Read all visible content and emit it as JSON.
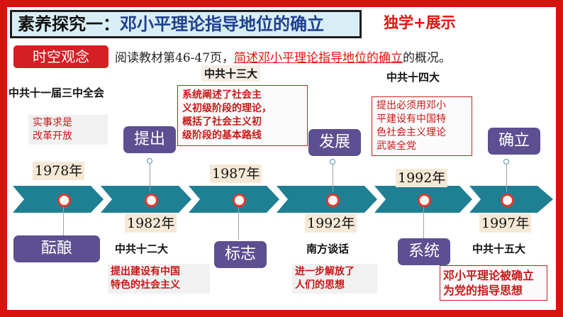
{
  "header": {
    "title_part1": "素养探究一：",
    "title_part2": "邓小平理论指导地位的确立",
    "mode": "独学+展示"
  },
  "instruction": {
    "tag": "时空观念",
    "text_before": "阅读教材第46-47页，",
    "text_highlight": "简述邓小平理论指导地位的确立",
    "text_after": "的概况。"
  },
  "timeline": {
    "colors": {
      "arrow": "#1f7f93",
      "node_ring": "#e23a2c",
      "keyword_bg": "#5d4f91",
      "desc_text": "#c81818"
    },
    "events": [
      {
        "year": "1978年",
        "meeting": "中共十一届三中全会",
        "keyword": "酝酿",
        "desc": "实事求是\n改革开放"
      },
      {
        "year": "1982年",
        "meeting": "中共十二大",
        "keyword": "提出",
        "desc": "提出建设有中国\n特色的社会主义"
      },
      {
        "year": "1987年",
        "meeting": "中共十三大",
        "keyword": "标志",
        "desc": "系统阐述了社会主\n义初级阶段的理论，\n概括了社会主义初\n级阶段的基本路线"
      },
      {
        "year": "1992年",
        "meeting": "南方谈话",
        "keyword": "发展",
        "desc": "进一步解放了\n人们的思想"
      },
      {
        "year": "1992年",
        "meeting": "中共十四大",
        "keyword": "系统",
        "desc": "提出必须用邓小\n平建设有中国特\n色社会主义理论\n武装全党"
      },
      {
        "year": "1997年",
        "meeting": "中共十五大",
        "keyword": "确立",
        "desc": "邓小平理论被确立\n为党的指导思想"
      }
    ]
  }
}
